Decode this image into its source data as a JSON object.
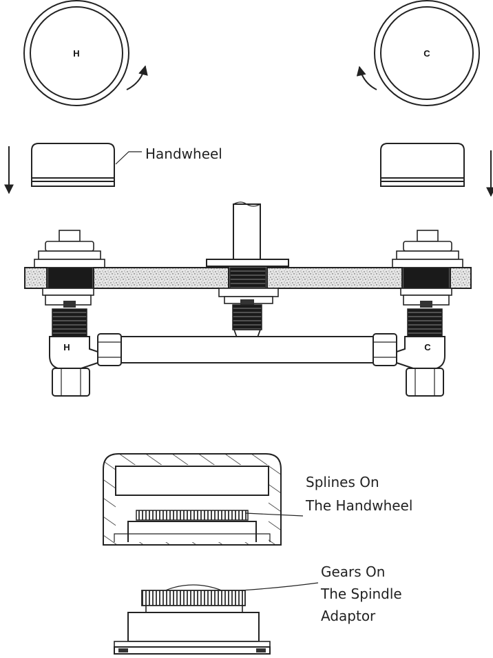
{
  "labels": {
    "hot": "H",
    "cold": "C",
    "handwheel": "Handwheel",
    "splines": [
      "Splines On",
      "The Handwheel"
    ],
    "gears": [
      "Gears On",
      "The Spindle",
      "Adaptor"
    ]
  }
}
